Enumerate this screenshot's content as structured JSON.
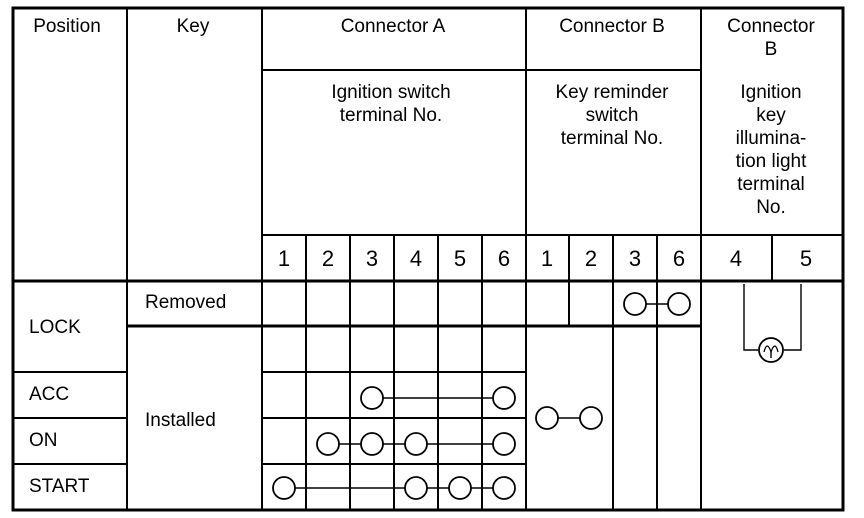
{
  "headers": {
    "position": "Position",
    "key": "Key",
    "connector_a": "Connector A",
    "connector_b": "Connector B",
    "connector_b_2_lines": [
      "Connector",
      "B"
    ],
    "ignition_switch_lines": [
      "Ignition switch",
      "terminal No."
    ],
    "key_reminder_lines": [
      "Key reminder",
      "switch",
      "terminal No."
    ],
    "ignition_key_lines": [
      "Ignition",
      "key",
      "illumina-",
      "tion light",
      "terminal",
      "No."
    ]
  },
  "terminals": [
    "1",
    "2",
    "3",
    "4",
    "5",
    "6",
    "1",
    "2",
    "3",
    "6",
    "4",
    "5"
  ],
  "rows": {
    "lock": "LOCK",
    "acc": "ACC",
    "on": "ON",
    "start": "START"
  },
  "keys": {
    "removed": "Removed",
    "installed": "Installed"
  },
  "continuity": [
    {
      "row": "LOCK / Removed",
      "terminals": [
        "B3",
        "B6"
      ]
    },
    {
      "row": "ACC",
      "terminals": [
        "A3",
        "A6"
      ]
    },
    {
      "row": "ON",
      "terminals": [
        "A2",
        "A3",
        "A4",
        "A6"
      ]
    },
    {
      "row": "START",
      "terminals": [
        "A1",
        "A4",
        "A5",
        "A6"
      ]
    },
    {
      "row": "ACC / ON / START (Installed)",
      "terminals": [
        "B1",
        "B2"
      ]
    },
    {
      "row": "ALL",
      "terminals": [
        "B4",
        "B5"
      ],
      "note": "lamp"
    }
  ]
}
